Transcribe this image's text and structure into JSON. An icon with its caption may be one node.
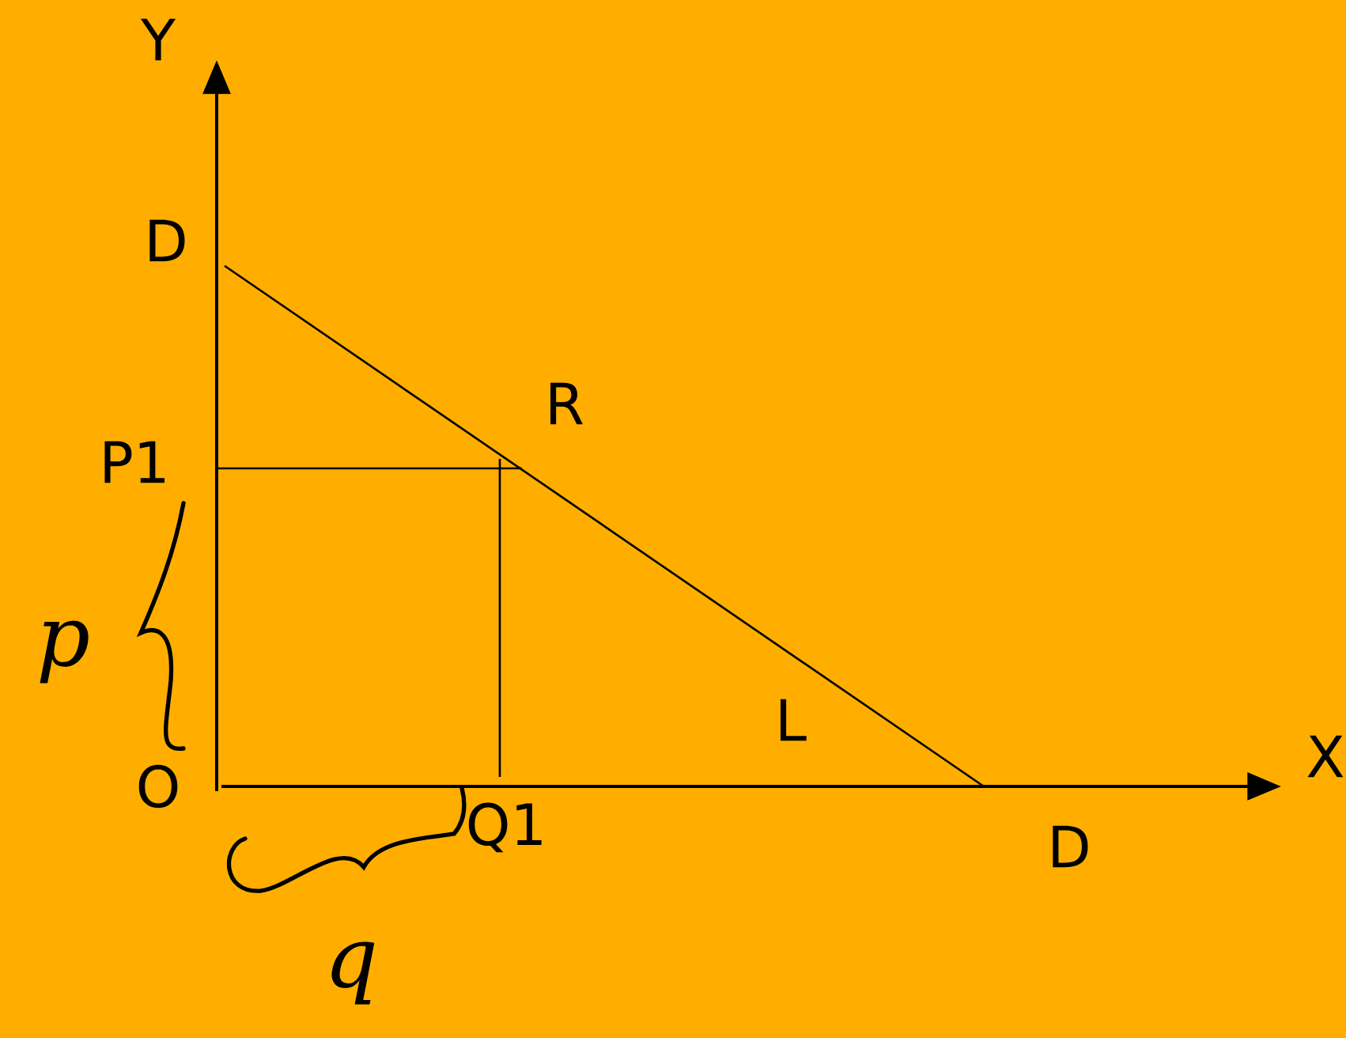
{
  "diagram": {
    "labels": [
      "Y",
      "D",
      "R",
      "P1",
      "p",
      "L",
      "X",
      "O",
      "Q1",
      "D",
      "q"
    ]
  }
}
